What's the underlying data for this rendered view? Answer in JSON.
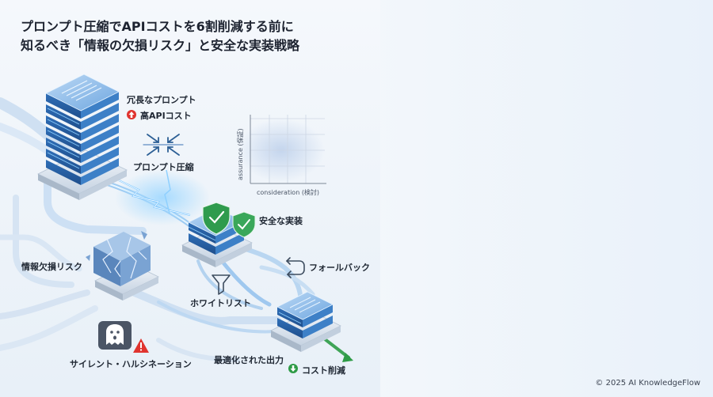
{
  "title": {
    "line1": "プロンプト圧縮でAPIコストを6割削減する前に",
    "line2": "知るべき「情報の欠損リスク」と安全な実装戦略"
  },
  "labels": {
    "verbose_prompt": "冗長なプロンプト",
    "high_api_cost": "高APIコスト",
    "prompt_compression": "プロンプト圧縮",
    "safe_implementation": "安全な実装",
    "info_loss_risk": "情報欠損リスク",
    "fallback": "フォールバック",
    "whitelist": "ホワイトリスト",
    "silent_hallucination": "サイレント・ハルシネーション",
    "optimized_output": "最適化された出力",
    "cost_reduction": "コスト削減"
  },
  "chart_axes": {
    "y_label": "assurance (保証)",
    "x_label": "consideration (検討)"
  },
  "icons": {
    "up_arrow": "up-arrow-icon",
    "down_arrow": "down-arrow-icon",
    "shield": "shield-icon",
    "check": "check-icon",
    "filter": "filter-icon",
    "fallback": "fallback-icon",
    "compress": "compress-icon",
    "ghost": "ghost-icon",
    "warning": "warning-icon"
  },
  "colors": {
    "accent_blue": "#3a86d8",
    "danger_red": "#e0342f",
    "success_green": "#2e9b46"
  },
  "footer": {
    "copyright": "© 2025 AI KnowledgeFlow"
  }
}
